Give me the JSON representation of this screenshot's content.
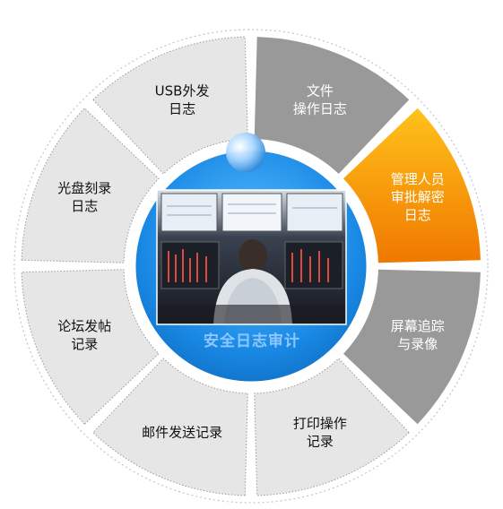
{
  "center": {
    "title": "安全日志审计",
    "image": "operator-at-trading-monitors"
  },
  "segments": [
    {
      "id": "file-ops-log",
      "lines": [
        "文件",
        "操作日志"
      ],
      "style": "gray"
    },
    {
      "id": "admin-approval-decrypt-log",
      "lines": [
        "管理人员",
        "审批解密",
        "日志"
      ],
      "style": "orange"
    },
    {
      "id": "screen-track-record",
      "lines": [
        "屏幕追踪",
        "与录像"
      ],
      "style": "gray"
    },
    {
      "id": "print-ops-record",
      "lines": [
        "打印操作",
        "记录"
      ],
      "style": "light"
    },
    {
      "id": "email-send-record",
      "lines": [
        "邮件发送记录"
      ],
      "style": "light"
    },
    {
      "id": "forum-post-record",
      "lines": [
        "论坛发帖",
        "记录"
      ],
      "style": "light"
    },
    {
      "id": "disc-burn-log",
      "lines": [
        "光盘刻录",
        "日志"
      ],
      "style": "light"
    },
    {
      "id": "usb-external-log",
      "lines": [
        "USB外发",
        "日志"
      ],
      "style": "light"
    }
  ],
  "colors": {
    "gray": "#999999",
    "orange": "#f59300",
    "orange_light": "#ffc21a",
    "light": "#e6e6e6",
    "light_text": "#111111",
    "dark_text": "#ffffff",
    "ring_outline": "#b9c7d8",
    "center_blue": "#1f8fe6",
    "center_title": "#8ec7ff"
  }
}
